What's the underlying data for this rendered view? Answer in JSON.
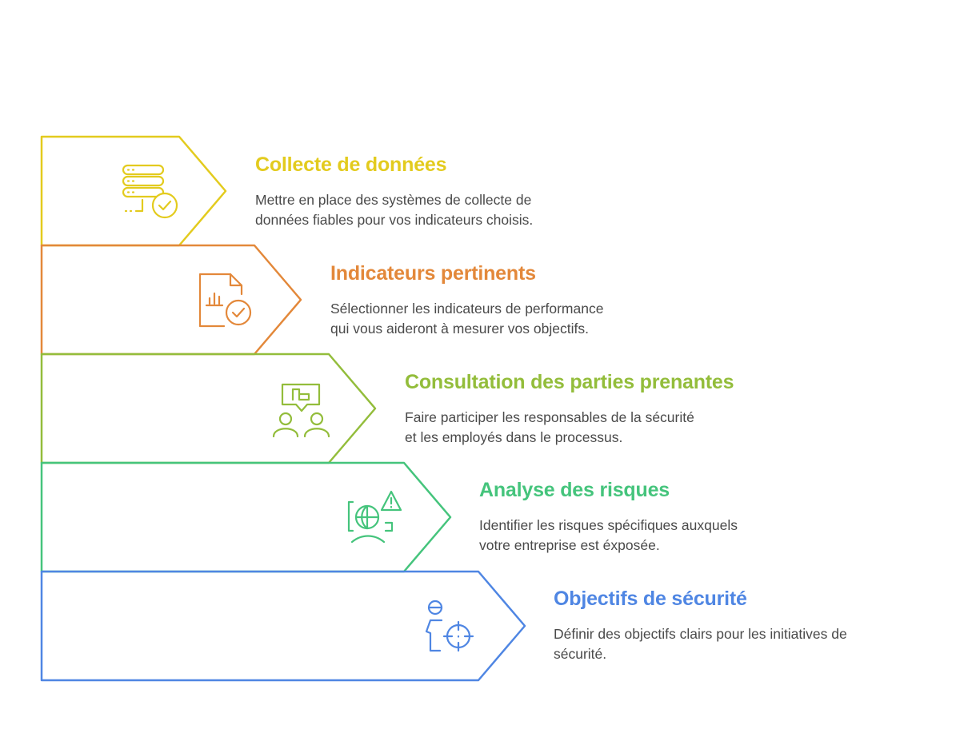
{
  "steps": [
    {
      "title": "Collecte de données",
      "desc_line1": "Mettre en place des systèmes de collecte de",
      "desc_line2": "données fiables pour vos indicateurs choisis.",
      "color": "#e3cb1e",
      "icon": "database-check-icon"
    },
    {
      "title": "Indicateurs pertinents",
      "desc_line1": "Sélectionner les indicateurs de performance",
      "desc_line2": "qui vous aideront à mesurer vos objectifs.",
      "color": "#e3883a",
      "icon": "chart-document-check-icon"
    },
    {
      "title": "Consultation des parties prenantes",
      "desc_line1": "Faire participer les responsables de la sécurité",
      "desc_line2": "et les employés dans le processus.",
      "color": "#93bd3b",
      "icon": "people-discussion-icon"
    },
    {
      "title": "Analyse des risques",
      "desc_line1": "Identifier les risques spécifiques auxquels",
      "desc_line2": "votre entreprise est éxposée.",
      "color": "#45c47c",
      "icon": "globe-warning-icon"
    },
    {
      "title": "Objectifs de sécurité",
      "desc_line1": "Définir des objectifs clairs pour les initiatives de",
      "desc_line2": "sécurité.",
      "color": "#4f86e3",
      "icon": "person-target-icon"
    }
  ]
}
